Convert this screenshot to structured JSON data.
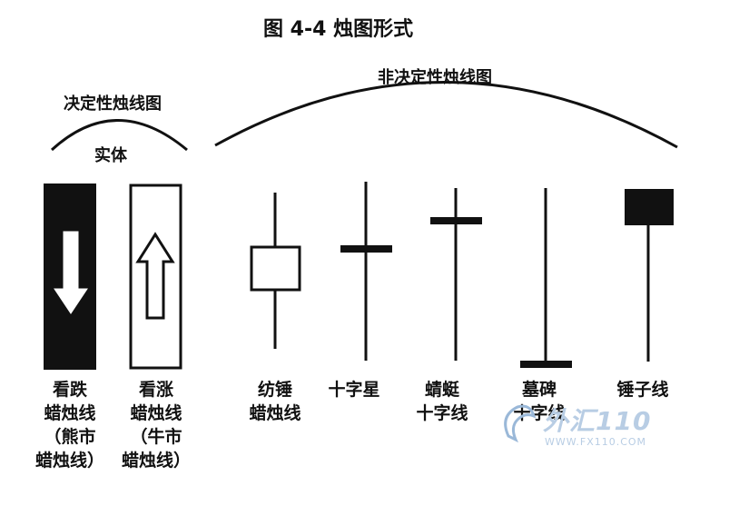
{
  "title": "图 4-4   烛图形式",
  "groups": {
    "decisive": "决定性烛线图",
    "body": "实体",
    "nondecisive": "非决定性烛线图"
  },
  "candles": [
    {
      "name": "bearish",
      "label": "看跌\n蜡烛线\n（熊市\n蜡烛线）"
    },
    {
      "name": "bullish",
      "label": "看涨\n蜡烛线\n（牛市\n蜡烛线）"
    },
    {
      "name": "spinning-top",
      "label": "纺锤\n蜡烛线"
    },
    {
      "name": "doji",
      "label": "十字星"
    },
    {
      "name": "dragonfly-doji",
      "label": "蜻蜓\n十字线"
    },
    {
      "name": "gravestone-doji",
      "label": "墓碑\n十字线"
    },
    {
      "name": "hammer",
      "label": "锤子线"
    }
  ],
  "watermark": {
    "brand": "外汇110",
    "url": "WWW.FX110.COM"
  },
  "colors": {
    "ink": "#111111",
    "watermark": "#9ab8d8"
  }
}
